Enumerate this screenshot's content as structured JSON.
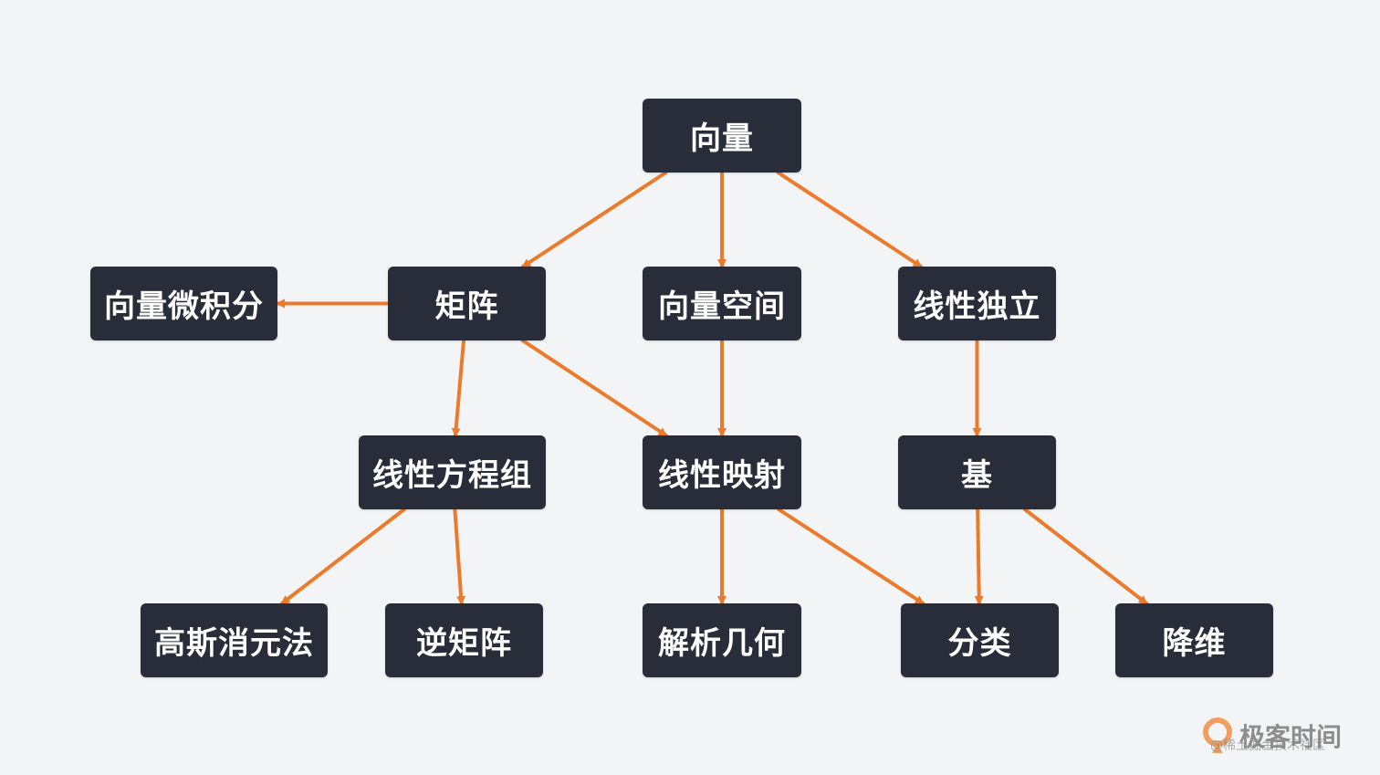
{
  "diagram": {
    "nodes": {
      "vector": "向量",
      "vector_calculus": "向量微积分",
      "matrix": "矩阵",
      "vector_space": "向量空间",
      "linear_independence": "线性独立",
      "linear_equations": "线性方程组",
      "linear_mapping": "线性映射",
      "basis": "基",
      "gaussian_elimination": "高斯消元法",
      "inverse_matrix": "逆矩阵",
      "analytic_geometry": "解析几何",
      "classification": "分类",
      "dimensionality_reduction": "降维"
    },
    "edges": [
      {
        "from": "vector",
        "to": "matrix"
      },
      {
        "from": "vector",
        "to": "vector_space"
      },
      {
        "from": "vector",
        "to": "linear_independence"
      },
      {
        "from": "matrix",
        "to": "vector_calculus"
      },
      {
        "from": "matrix",
        "to": "linear_equations"
      },
      {
        "from": "matrix",
        "to": "linear_mapping"
      },
      {
        "from": "vector_space",
        "to": "linear_mapping"
      },
      {
        "from": "linear_independence",
        "to": "basis"
      },
      {
        "from": "linear_equations",
        "to": "gaussian_elimination"
      },
      {
        "from": "linear_equations",
        "to": "inverse_matrix"
      },
      {
        "from": "linear_mapping",
        "to": "analytic_geometry"
      },
      {
        "from": "linear_mapping",
        "to": "classification"
      },
      {
        "from": "basis",
        "to": "classification"
      },
      {
        "from": "basis",
        "to": "dimensionality_reduction"
      }
    ],
    "colors": {
      "background": "#f3f4f6",
      "node_fill": "#292d3a",
      "node_text": "#ffffff",
      "arrow": "#ec7a2b"
    }
  },
  "watermark": {
    "brand": "极客时间",
    "sub": "@稀土掘金技术社区",
    "icon": "geektime-logo-icon"
  }
}
